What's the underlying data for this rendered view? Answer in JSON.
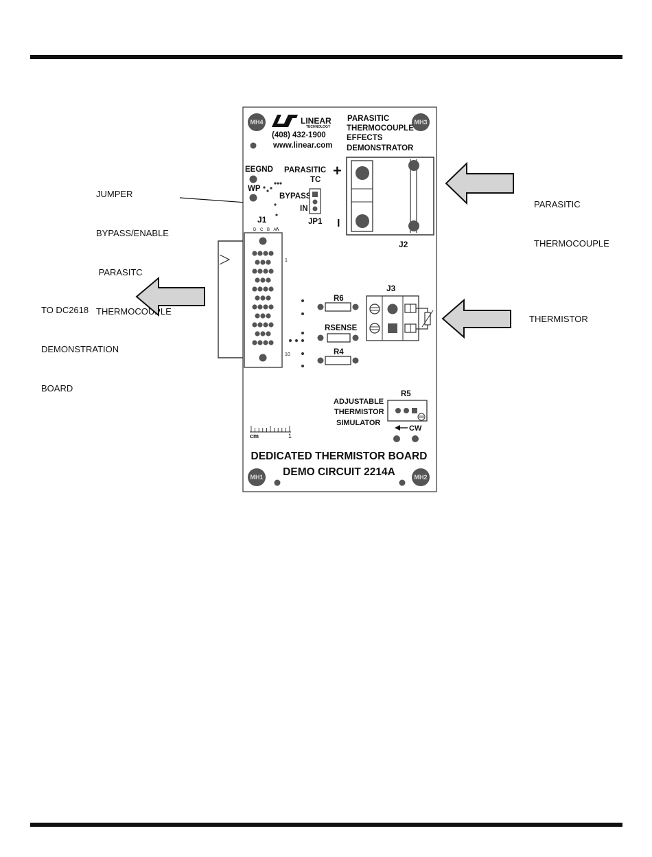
{
  "callouts": {
    "jumper": [
      "JUMPER",
      "BYPASS/ENABLE",
      " PARASITC",
      "THERMOCOUPLE"
    ],
    "dc2618": [
      "TO DC2618",
      "DEMONSTRATION",
      "BOARD"
    ],
    "parasitic": [
      "PARASITIC",
      "THERMOCOUPLE"
    ],
    "thermistor": "THERMISTOR"
  },
  "board": {
    "logo_word": "LINEAR",
    "logo_sub": "TECHNOLOGY",
    "phone": "(408)  432-1900",
    "website": "www.linear.com",
    "title_lines": [
      "PARASITIC",
      "THERMOCOUPLE",
      "EFFECTS",
      "DEMONSTRATOR"
    ],
    "mounting_holes": [
      "MH4",
      "MH3",
      "MH1",
      "MH2"
    ],
    "eegnd": "EEGND",
    "wp": "WP",
    "parasitic_tc": [
      "PARASITIC",
      "TC"
    ],
    "bypass": "BYPASS",
    "in": "IN",
    "jp1": "JP1",
    "j1": "J1",
    "j1_pins": "D C B A",
    "j1_row_first": "1",
    "j1_row_last": "10",
    "plus": "+",
    "minus": "I",
    "j2": "J2",
    "j3": "J3",
    "r6": "R6",
    "rsense": "RSENSE",
    "r4": "R4",
    "r5": "R5",
    "adjustable": [
      "ADJUSTABLE",
      "THERMISTOR",
      "SIMULATOR"
    ],
    "cw": "CW",
    "scale_unit": "cm",
    "scale_value": "1",
    "board_name": "DEDICATED  THERMISTOR  BOARD",
    "circuit_name": "DEMO  CIRCUIT  2214A"
  },
  "colors": {
    "rule": "#111111",
    "arrow_fill": "#d4d4d4",
    "pad": "#555555",
    "board_outline": "#333333"
  }
}
